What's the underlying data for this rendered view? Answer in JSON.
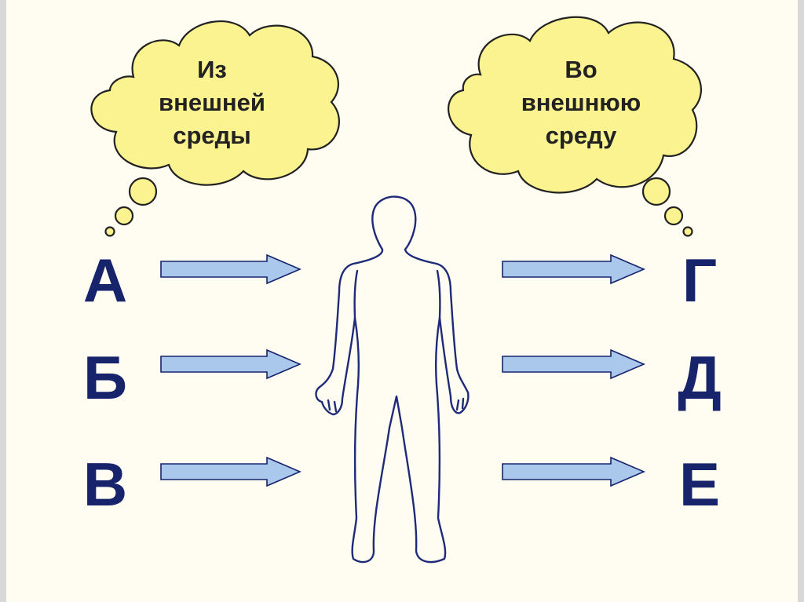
{
  "colors": {
    "background": "#fffdf2",
    "cloud_fill": "#fbf38f",
    "cloud_stroke": "#222222",
    "arrow_fill": "#a9c8ec",
    "arrow_stroke": "#17246b",
    "letter_color": "#17246b",
    "body_outline": "#1f2a78"
  },
  "left_cloud": {
    "text": "Из\nвнешней\nсреды"
  },
  "right_cloud": {
    "text": "Во\nвнешнюю\nсреду"
  },
  "inputs": [
    "А",
    "Б",
    "В"
  ],
  "outputs": [
    "Г",
    "Д",
    "Е"
  ],
  "figure": {
    "icon": "human-body-outline-icon"
  }
}
